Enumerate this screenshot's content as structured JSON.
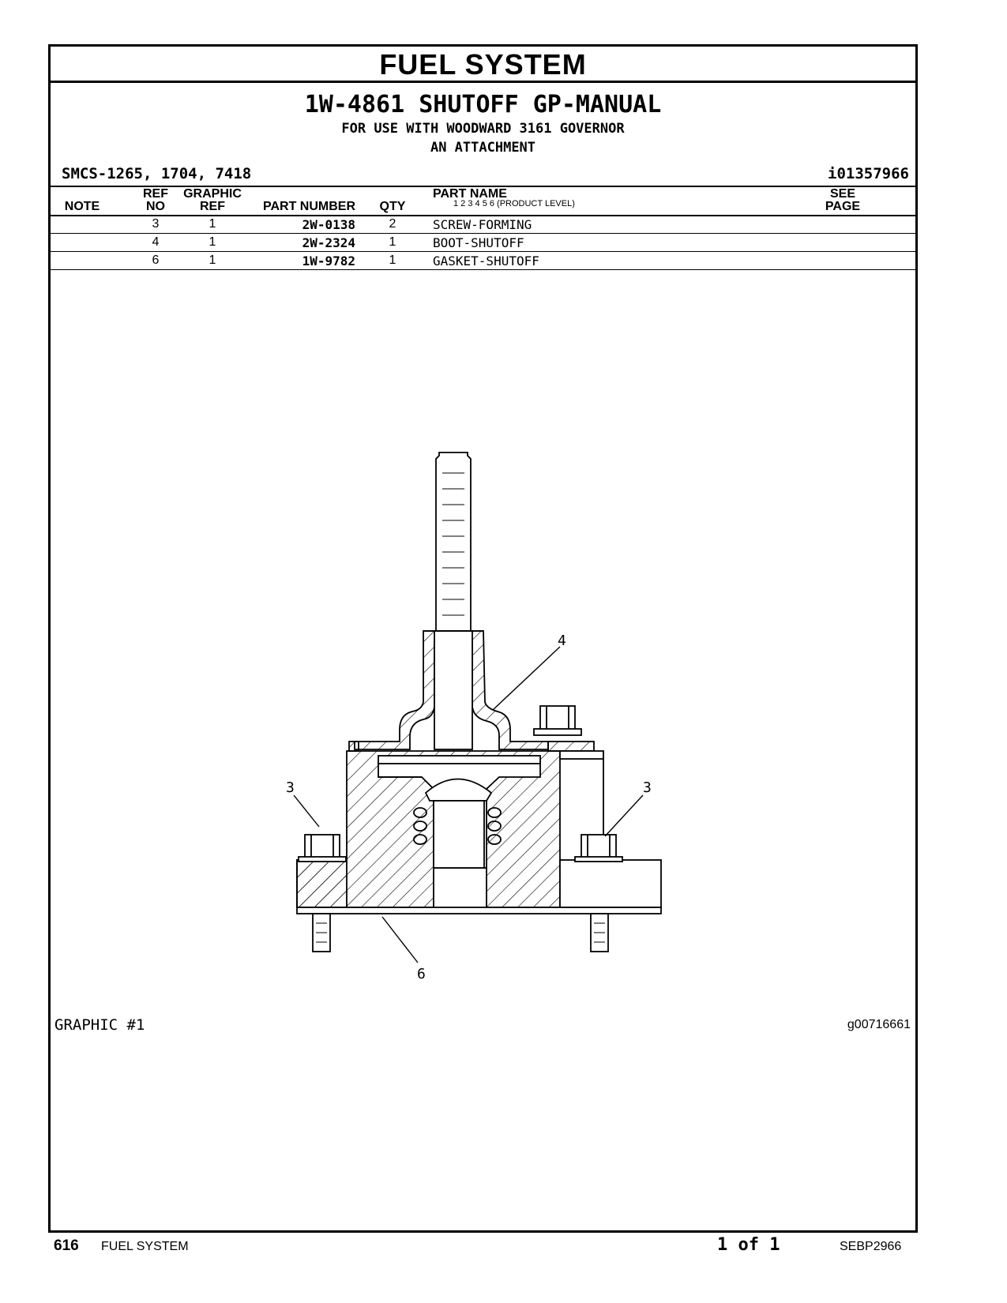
{
  "section_title": "FUEL SYSTEM",
  "group_title": "1W-4861 SHUTOFF GP-MANUAL",
  "subtitle_1": "FOR USE WITH WOODWARD 3161 GOVERNOR",
  "subtitle_2": "AN ATTACHMENT",
  "smcs": "SMCS-1265, 1704, 7418",
  "doc_id": "i01357966",
  "columns": {
    "note": "NOTE",
    "ref_top": "REF",
    "ref_bottom": "NO",
    "graphic_top": "GRAPHIC",
    "graphic_bottom": "REF",
    "part_number": "PART NUMBER",
    "qty": "QTY",
    "part_name": "PART NAME",
    "product_level": "1   2   3   4   5   6   (PRODUCT LEVEL)",
    "see_top": "SEE",
    "see_bottom": "PAGE"
  },
  "parts": [
    {
      "ref": "3",
      "graphic_ref": "1",
      "part_number": "2W-0138",
      "qty": "2",
      "name": "SCREW-FORMING"
    },
    {
      "ref": "4",
      "graphic_ref": "1",
      "part_number": "2W-2324",
      "qty": "1",
      "name": "BOOT-SHUTOFF"
    },
    {
      "ref": "6",
      "graphic_ref": "1",
      "part_number": "1W-9782",
      "qty": "1",
      "name": "GASKET-SHUTOFF"
    }
  ],
  "callouts": {
    "boot": "4",
    "screw_left": "3",
    "screw_right": "3",
    "gasket": "6"
  },
  "graphic_label": "GRAPHIC #1",
  "graphic_id": "g00716661",
  "footer": {
    "page_number": "616",
    "title": "FUEL SYSTEM",
    "page_of": "1 of 1",
    "publication": "SEBP2966"
  }
}
